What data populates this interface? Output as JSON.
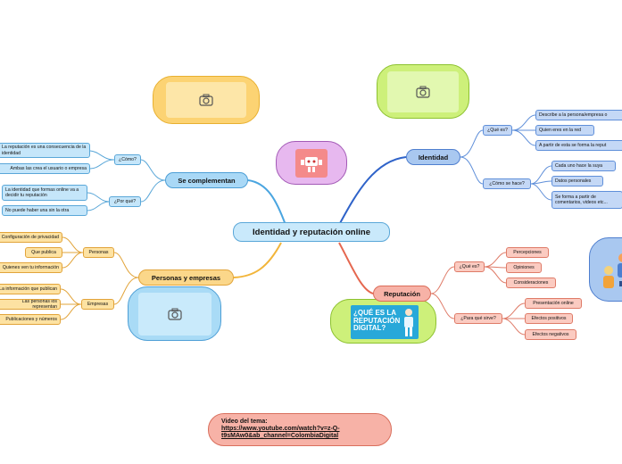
{
  "center": {
    "label": "Identidad y reputación online"
  },
  "branches": {
    "complementan": {
      "label": "Se complementan",
      "como": {
        "label": "¿Cómo?",
        "items": [
          "La reputación es una consecuencia de la identidad",
          "Ambas las crea el usuario o empresa"
        ]
      },
      "porque": {
        "label": "¿Por qué?",
        "items": [
          "La identidad que formas online va a decidir tu reputación",
          "No puede haber una sin la otra"
        ]
      }
    },
    "personas_empresas": {
      "label": "Personas y empresas",
      "personas": {
        "label": "Personas",
        "items": [
          "Configuración de privacidad",
          "Que publica",
          "Quienes ven tu información"
        ]
      },
      "empresas": {
        "label": "Empresas",
        "items": [
          "La información que publican",
          "Las personas los representan",
          "Publicaciones y números"
        ]
      }
    },
    "identidad": {
      "label": "Identidad",
      "que_es": {
        "label": "¿Qué es?",
        "items": [
          "Describe a la persona/empresa o",
          "Quien eres en la red",
          "A partir de esta se forma la reput"
        ]
      },
      "como_hace": {
        "label": "¿Cómo se hace?",
        "items": [
          "Cada uno hace la suya",
          "Datos personales",
          "Se forma a partir de comentarios, videos etc..."
        ]
      }
    },
    "reputacion": {
      "label": "Reputación",
      "que_es": {
        "label": "¿Qué es?",
        "items": [
          "Percepciones",
          "Opiniones",
          "Consideraciones"
        ]
      },
      "para_que": {
        "label": "¿Para qué sirve?",
        "items": [
          "Presentación online",
          "Efectos positivos",
          "Efectos negativos"
        ]
      }
    }
  },
  "banner": {
    "line1": "¿QUÉ ES LA",
    "line2": "REPUTACIÓN",
    "line3": "DIGITAL?"
  },
  "video": {
    "title": "Video del tema:",
    "url_line1": "https://www.youtube.com/watch?v=z-Q-",
    "url_line2": "t9sMAw0&ab_channel=ColombiaDigital"
  },
  "colors": {
    "blue": "#4d9fd6",
    "navy": "#2f63c9",
    "orange": "#f2b53a",
    "red": "#e5674f"
  },
  "icons": [
    "camera-icon",
    "robot-illustration",
    "person-illustration"
  ]
}
